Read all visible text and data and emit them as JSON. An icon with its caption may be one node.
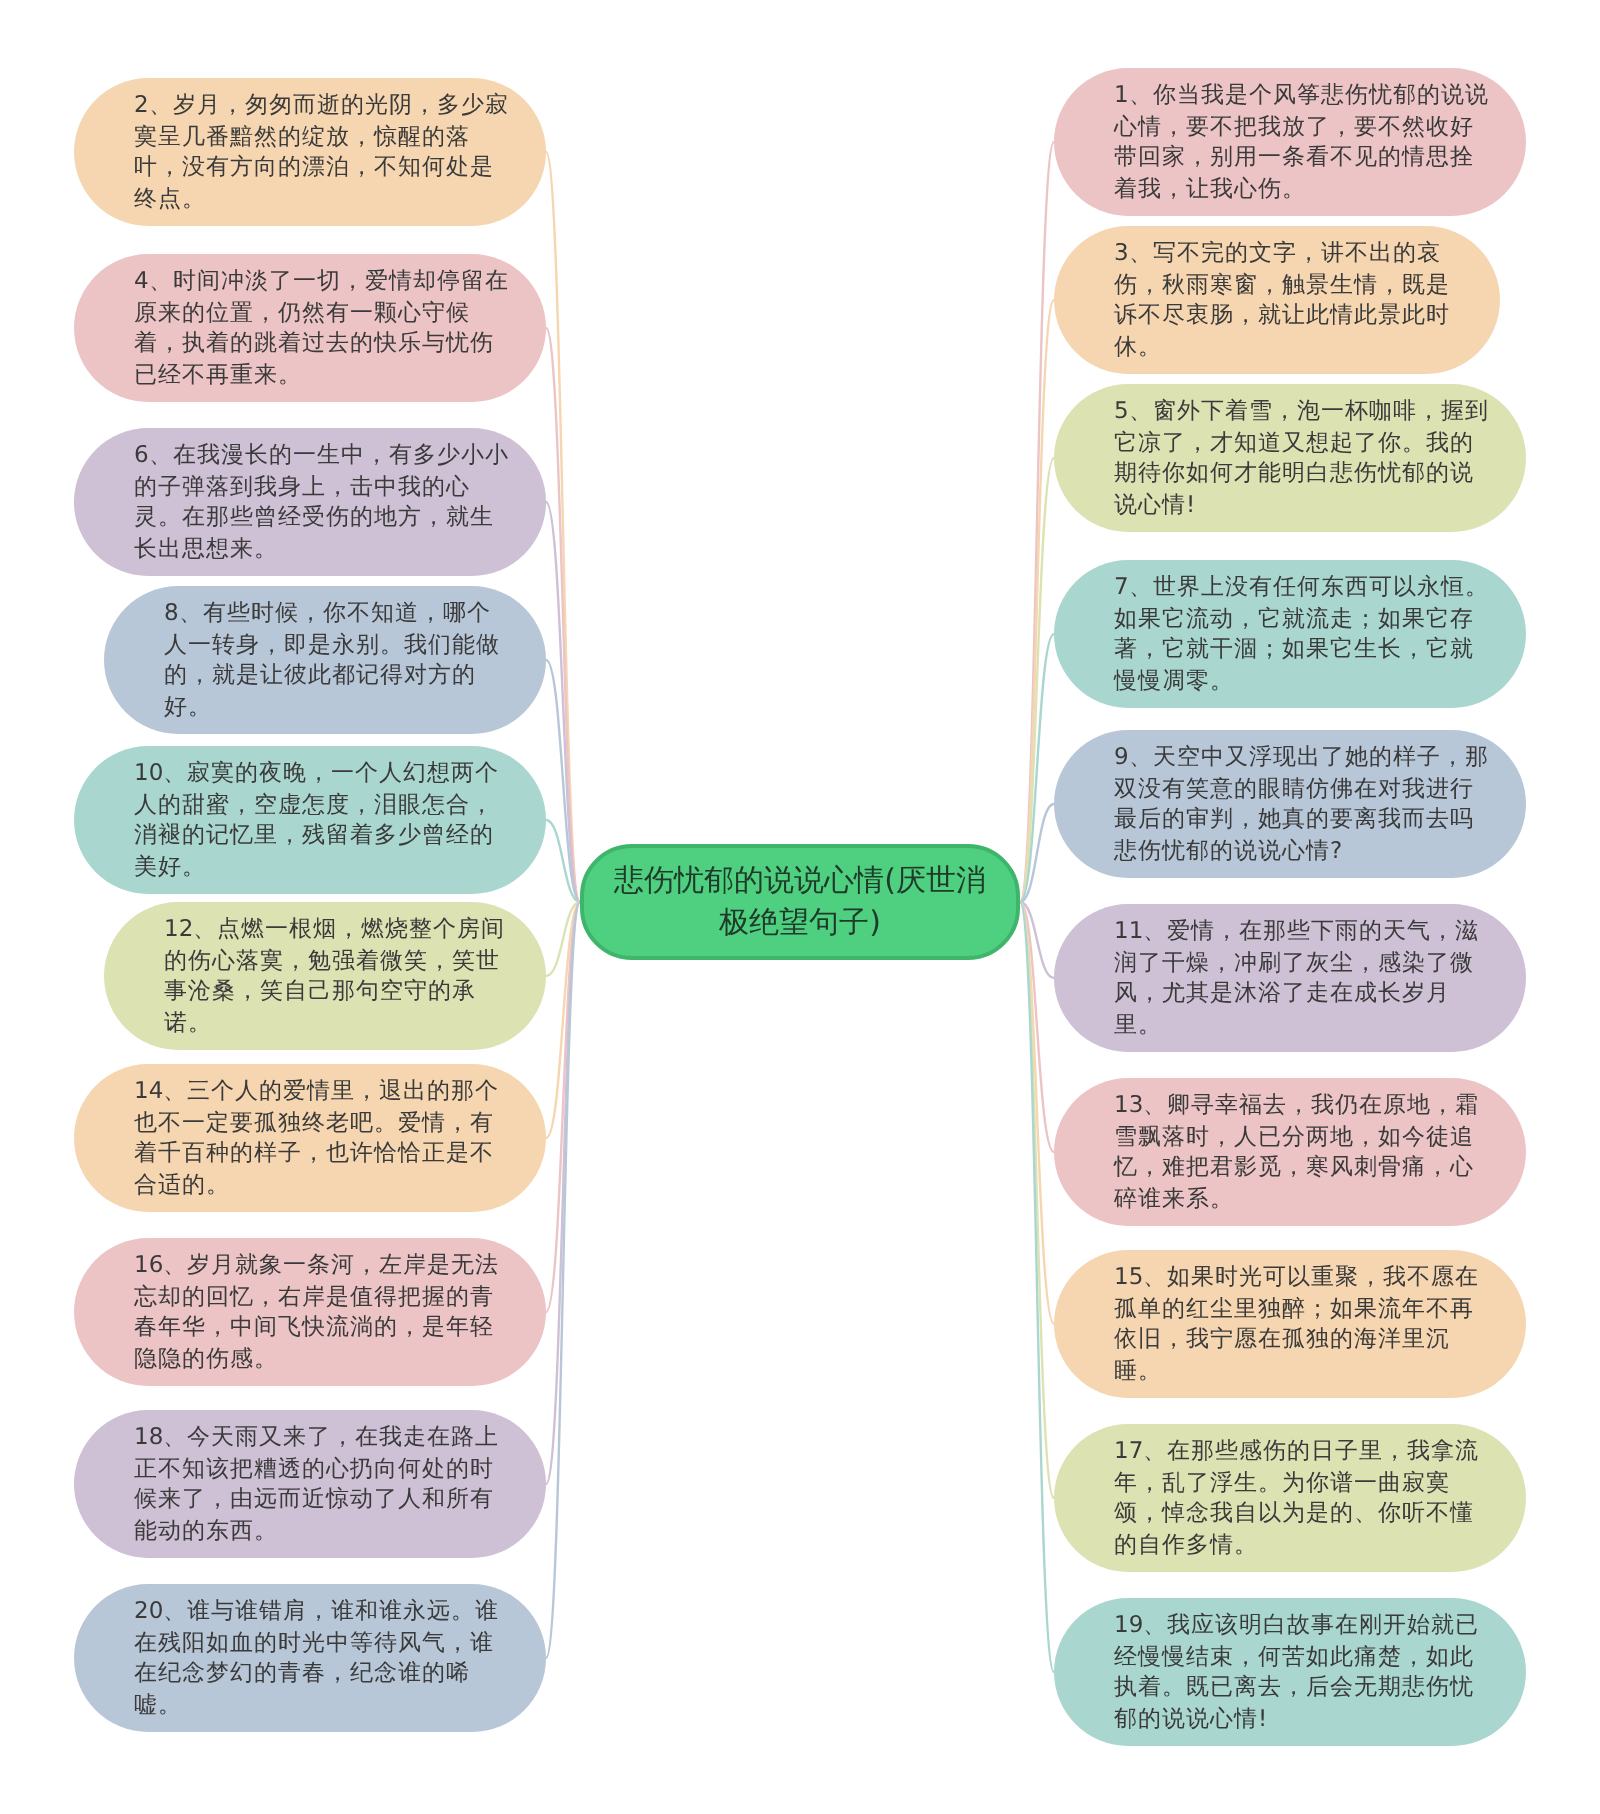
{
  "diagram": {
    "nodes": [
      {
        "text": [
          "悲伤忧郁的说说心情(厌世消极绝望句子)"
        ]
      },
      {
        "text": [
          "1、你当我是个风筝悲伤忧郁的说说心情，要不把我放了，要不然收好带回家，别用一条看不见的情思拴着我，让我心伤。"
        ]
      },
      {
        "text": [
          "2、岁月，匆匆而逝的光阴，多少寂寞呈几番黯然的绽放，惊醒的落叶，没有方向的漂泊，不知何处是终点。"
        ]
      },
      {
        "text": [
          "3、写不完的文字，讲不出的哀伤，秋雨寒窗，触景生情，既是诉不尽衷肠，就让此情此景此时休。"
        ]
      },
      {
        "text": [
          "4、时间冲淡了一切，爱情却停留在原来的位置，仍然有一颗心守候着，执着的跳着过去的快乐与忧伤已经不再重来。"
        ]
      },
      {
        "text": [
          "5、窗外下着雪，泡一杯咖啡，握到它凉了，才知道又想起了你。我的期待你如何才能明白悲伤忧郁的说说心情!"
        ]
      },
      {
        "text": [
          "6、在我漫长的一生中，有多少小小的子弹落到我身上，击中我的心灵。在那些曾经受伤的地方，就生长出思想来。"
        ]
      },
      {
        "text": [
          "7、世界上没有任何东西可以永恒。如果它流动，它就流走；如果它存著，它就干涸；如果它生长，它就慢慢凋零。"
        ]
      },
      {
        "text": [
          "8、有些时候，你不知道，哪个人一转身，即是永别。我们能做的，就是让彼此都记得对方的好。"
        ]
      },
      {
        "text": [
          "9、天空中又浮现出了她的样子，那双没有笑意的眼睛仿佛在对我进行最后的审判，她真的要离我而去吗悲伤忧郁的说说心情?"
        ]
      },
      {
        "text": [
          "10、寂寞的夜晚，一个人幻想两个人的甜蜜，空虚怎度，泪眼怎合，消褪的记忆里，残留着多少曾经的美好。"
        ]
      },
      {
        "text": [
          "11、爱情，在那些下雨的天气，滋润了干燥，冲刷了灰尘，感染了微风，尤其是沐浴了走在成长岁月里。"
        ]
      },
      {
        "text": [
          "12、点燃一根烟，燃烧整个房间的伤心落寞，勉强着微笑，笑世事沧桑，笑自己那句空守的承诺。"
        ]
      },
      {
        "text": [
          "13、卿寻幸福去，我仍在原地，霜雪飘落时，人已分两地，如今徒追忆，难把君影觅，寒风刺骨痛，心碎谁来系。"
        ]
      },
      {
        "text": [
          "14、三个人的爱情里，退出的那个也不一定要孤独终老吧。爱情，有着千百种的样子，也许恰恰正是不合适的。"
        ]
      },
      {
        "text": [
          "15、如果时光可以重聚，我不愿在孤单的红尘里独醉；如果流年不再依旧，我宁愿在孤独的海洋里沉睡。"
        ]
      },
      {
        "text": [
          "16、岁月就象一条河，左岸是无法忘却的回忆，右岸是值得把握的青春年华，中间飞快流淌的，是年轻隐隐的伤感。"
        ]
      },
      {
        "text": [
          "17、在那些感伤的日子里，我拿流年，乱了浮生。为你谱一曲寂寞颂，悼念我自以为是的、你听不懂的自作多情。"
        ]
      },
      {
        "text": [
          "18、今天雨又来了，在我走在路上正不知该把糟透的心扔向何处的时候来了，由远而近惊动了人和所有能动的东西。"
        ]
      },
      {
        "text": [
          "19、我应该明白故事在刚开始就已经慢慢结束，何苦如此痛楚，如此执着。既已离去，后会无期悲伤忧郁的说说心情!"
        ]
      },
      {
        "text": [
          "20、谁与谁错肩，谁和谁永远。谁在残阳如血的时光中等待风气，谁在纪念梦幻的青春，纪念谁的唏嘘。"
        ]
      }
    ],
    "edges": [
      {
        "from": 0,
        "to": 1,
        "arrow": "none"
      },
      {
        "from": 0,
        "to": 2,
        "arrow": "none"
      },
      {
        "from": 0,
        "to": 3,
        "arrow": "none"
      },
      {
        "from": 0,
        "to": 4,
        "arrow": "none"
      },
      {
        "from": 0,
        "to": 5,
        "arrow": "none"
      },
      {
        "from": 0,
        "to": 6,
        "arrow": "none"
      },
      {
        "from": 0,
        "to": 7,
        "arrow": "none"
      },
      {
        "from": 0,
        "to": 8,
        "arrow": "none"
      },
      {
        "from": 0,
        "to": 9,
        "arrow": "none"
      },
      {
        "from": 0,
        "to": 10,
        "arrow": "none"
      },
      {
        "from": 0,
        "to": 11,
        "arrow": "none"
      },
      {
        "from": 0,
        "to": 12,
        "arrow": "none"
      },
      {
        "from": 0,
        "to": 13,
        "arrow": "none"
      },
      {
        "from": 0,
        "to": 14,
        "arrow": "none"
      },
      {
        "from": 0,
        "to": 15,
        "arrow": "none"
      },
      {
        "from": 0,
        "to": 16,
        "arrow": "none"
      },
      {
        "from": 0,
        "to": 17,
        "arrow": "none"
      },
      {
        "from": 0,
        "to": 18,
        "arrow": "none"
      },
      {
        "from": 0,
        "to": 19,
        "arrow": "none"
      },
      {
        "from": 0,
        "to": 20,
        "arrow": "none"
      }
    ]
  }
}
